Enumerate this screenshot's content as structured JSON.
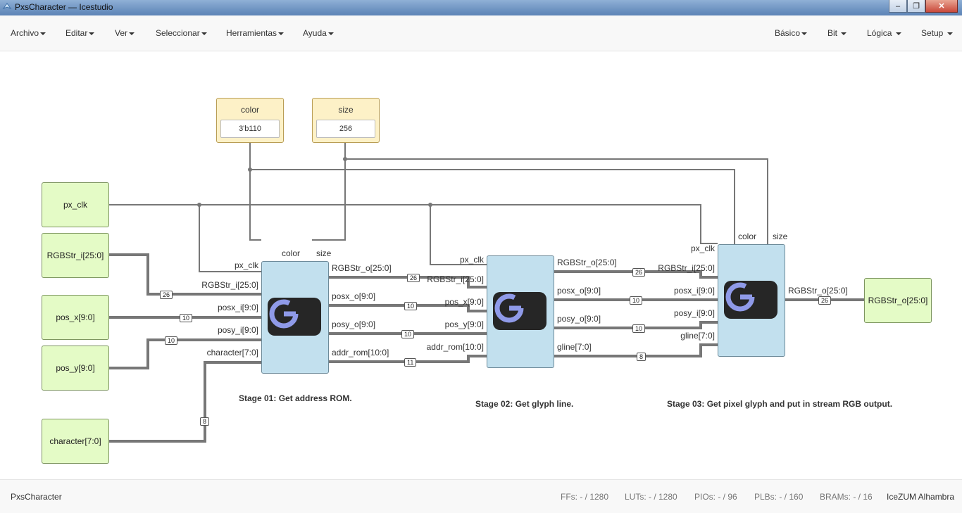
{
  "window": {
    "title": "PxsCharacter — Icestudio",
    "minimize_glyph": "‒",
    "maximize_glyph": "❐",
    "close_glyph": "✕"
  },
  "menu": {
    "left": [
      "Archivo",
      "Editar",
      "Ver",
      "Seleccionar",
      "Herramientas",
      "Ayuda"
    ],
    "right": [
      "Básico",
      "Bit",
      "Lógica",
      "Setup"
    ]
  },
  "constants": [
    {
      "name": "color",
      "value": "3'b110"
    },
    {
      "name": "size",
      "value": "256"
    }
  ],
  "inputs": [
    "px_clk",
    "RGBStr_i[25:0]",
    "pos_x[9:0]",
    "pos_y[9:0]",
    "character[7:0]"
  ],
  "outputs": [
    "RGBStr_o[25:0]"
  ],
  "blocks": [
    {
      "id": "stage1",
      "inputs": [
        "px_clk",
        "RGBStr_i[25:0]",
        "posx_i[9:0]",
        "posy_i[9:0]",
        "character[7:0]"
      ],
      "top_params": [
        "color",
        "size"
      ],
      "outputs": [
        "RGBStr_o[25:0]",
        "posx_o[9:0]",
        "posy_o[9:0]",
        "addr_rom[10:0]"
      ]
    },
    {
      "id": "stage2",
      "inputs": [
        "px_clk",
        "RGBStr_i[25:0]",
        "pos_x[9:0]",
        "pos_y[9:0]",
        "addr_rom[10:0]"
      ],
      "outputs": [
        "RGBStr_o[25:0]",
        "posx_o[9:0]",
        "posy_o[9:0]",
        "gline[7:0]"
      ]
    },
    {
      "id": "stage3",
      "inputs": [
        "px_clk",
        "RGBStr_i[25:0]",
        "posx_i[9:0]",
        "posy_i[9:0]",
        "gline[7:0]"
      ],
      "top_params": [
        "color",
        "size"
      ],
      "outputs": [
        "RGBStr_o[25:0]"
      ]
    }
  ],
  "bus_widths": {
    "rgb_in": "26",
    "pos_x_in": "10",
    "pos_y_in": "10",
    "char_in": "8",
    "s1_rgb": "26",
    "s1_posx": "10",
    "s1_posy": "10",
    "s1_addr": "11",
    "s2_rgb": "26",
    "s2_posx": "10",
    "s2_posy": "10",
    "s2_gline": "8",
    "s3_rgb": "26"
  },
  "comments": [
    "Stage 01: Get address ROM.",
    "Stage 02: Get glyph line.",
    "Stage 03: Get pixel glyph and put in stream RGB output."
  ],
  "status": {
    "project": "PxsCharacter",
    "ffs": "FFs:  - / 1280",
    "luts": "LUTs:  - / 1280",
    "pios": "PIOs:  - / 96",
    "plbs": "PLBs:  - / 160",
    "brams": "BRAMs:  - / 16",
    "board": "IceZUM Alhambra"
  },
  "colors": {
    "io_fill": "#e4fbc6",
    "const_fill": "#fdf1c7",
    "block_fill": "#c2e0ee",
    "logo_bg": "#262626",
    "logo_ring": "#8f9ae8",
    "wire": "#777777"
  }
}
